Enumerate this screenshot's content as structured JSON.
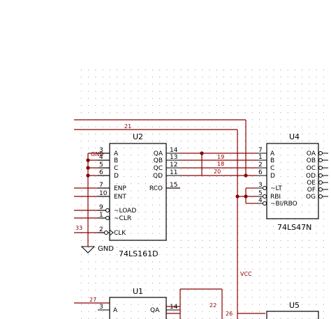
{
  "u2": {
    "ref": "U2",
    "value": "74LS161D",
    "left_pins": [
      {
        "num": "3",
        "name": "A"
      },
      {
        "num": "4",
        "name": "B"
      },
      {
        "num": "5",
        "name": "C"
      },
      {
        "num": "6",
        "name": "D"
      },
      {
        "num": "7",
        "name": "ENP"
      },
      {
        "num": "10",
        "name": "ENT"
      },
      {
        "num": "9",
        "name": "~LOAD"
      },
      {
        "num": "1",
        "name": "~CLR"
      },
      {
        "num": "2",
        "name": "CLK"
      }
    ],
    "right_pins": [
      {
        "num": "14",
        "name": "QA"
      },
      {
        "num": "13",
        "name": "QB"
      },
      {
        "num": "12",
        "name": "QC"
      },
      {
        "num": "11",
        "name": "QD"
      },
      {
        "num": "15",
        "name": "RCO"
      }
    ]
  },
  "u4": {
    "ref": "U4",
    "value": "74LS47N",
    "left_pins": [
      {
        "num": "7",
        "name": "A"
      },
      {
        "num": "1",
        "name": "B"
      },
      {
        "num": "2",
        "name": "C"
      },
      {
        "num": "6",
        "name": "D"
      },
      {
        "num": "3",
        "name": "~LT"
      },
      {
        "num": "5",
        "name": "RBI"
      },
      {
        "num": "4",
        "name": "~BI/RBO"
      }
    ],
    "right_pins": [
      "OA",
      "OB",
      "OC",
      "OD",
      "OE",
      "OF",
      "OG"
    ]
  },
  "u1": {
    "ref": "U1",
    "left_pins": [
      {
        "num": "3",
        "name": "A"
      }
    ],
    "right_pins": [
      {
        "num": "14",
        "name": "QA"
      }
    ]
  },
  "u5": {
    "ref": "U5"
  },
  "nets": {
    "n21": "21",
    "n19": "19",
    "n18": "18",
    "n20": "20",
    "n33": "33",
    "n27": "27",
    "n22": "22",
    "n26": "26",
    "gnd_small": "GND",
    "gnd_symbol": "GND",
    "vcc": "VCC"
  },
  "colors": {
    "wire": "#8b0000",
    "part": "#000000",
    "grid": "#9a9a9a"
  }
}
